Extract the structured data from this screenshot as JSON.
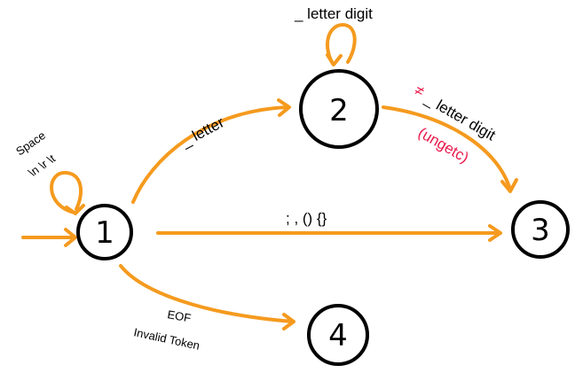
{
  "colors": {
    "edge": "#f59a1e",
    "node_stroke": "#000000",
    "highlight": "#e8194a"
  },
  "nodes": [
    {
      "id": "1",
      "label": "1"
    },
    {
      "id": "2",
      "label": "2"
    },
    {
      "id": "3",
      "label": "3"
    },
    {
      "id": "4",
      "label": "4"
    }
  ],
  "edges": {
    "self_loop_1": {
      "from": "1",
      "to": "1",
      "labels": [
        "Space",
        "\\n \\r \\t"
      ]
    },
    "edge_1_2": {
      "from": "1",
      "to": "2",
      "label": "_ letter"
    },
    "self_loop_2": {
      "from": "2",
      "to": "2",
      "label": "_  letter  digit"
    },
    "edge_2_3": {
      "from": "2",
      "to": "3",
      "label_neq": "≠",
      "label": "_  letter  digit",
      "note": "(ungetc)"
    },
    "edge_1_3": {
      "from": "1",
      "to": "3",
      "label": ";  ,  ()  {}"
    },
    "edge_1_4": {
      "from": "1",
      "to": "4",
      "labels": [
        "EOF",
        "Invalid Token"
      ]
    }
  }
}
